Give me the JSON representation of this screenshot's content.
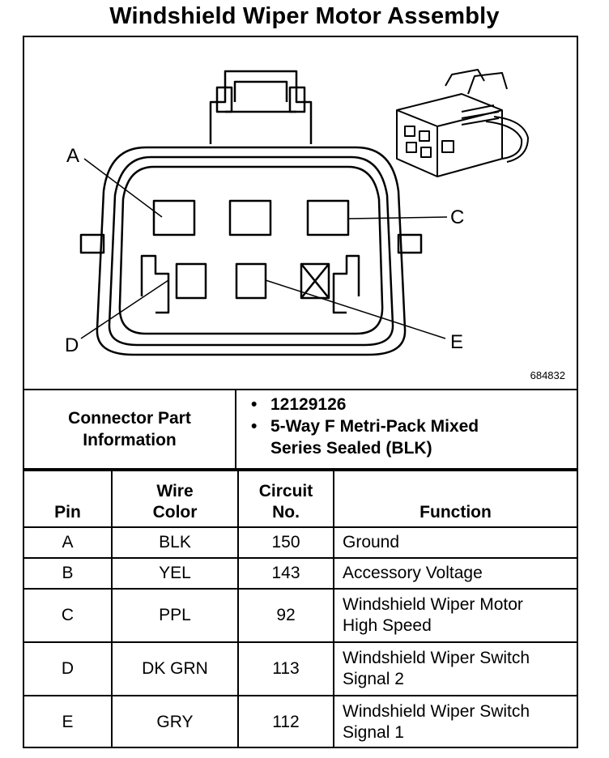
{
  "title": "Windshield Wiper Motor Assembly",
  "figure_id": "684832",
  "diagram": {
    "callouts": [
      {
        "label": "A"
      },
      {
        "label": "C"
      },
      {
        "label": "D"
      },
      {
        "label": "E"
      }
    ]
  },
  "connector_info": {
    "label": "Connector Part\nInformation",
    "items": [
      "12129126",
      "5-Way F Metri-Pack Mixed\nSeries Sealed (BLK)"
    ]
  },
  "table": {
    "headers": [
      "Pin",
      "Wire\nColor",
      "Circuit\nNo.",
      "Function"
    ],
    "rows": [
      {
        "pin": "A",
        "color": "BLK",
        "circuit": "150",
        "function": "Ground"
      },
      {
        "pin": "B",
        "color": "YEL",
        "circuit": "143",
        "function": "Accessory Voltage"
      },
      {
        "pin": "C",
        "color": "PPL",
        "circuit": "92",
        "function": "Windshield Wiper Motor\nHigh Speed"
      },
      {
        "pin": "D",
        "color": "DK GRN",
        "circuit": "113",
        "function": "Windshield Wiper Switch\nSignal 2"
      },
      {
        "pin": "E",
        "color": "GRY",
        "circuit": "112",
        "function": "Windshield Wiper Switch\nSignal 1"
      }
    ]
  }
}
